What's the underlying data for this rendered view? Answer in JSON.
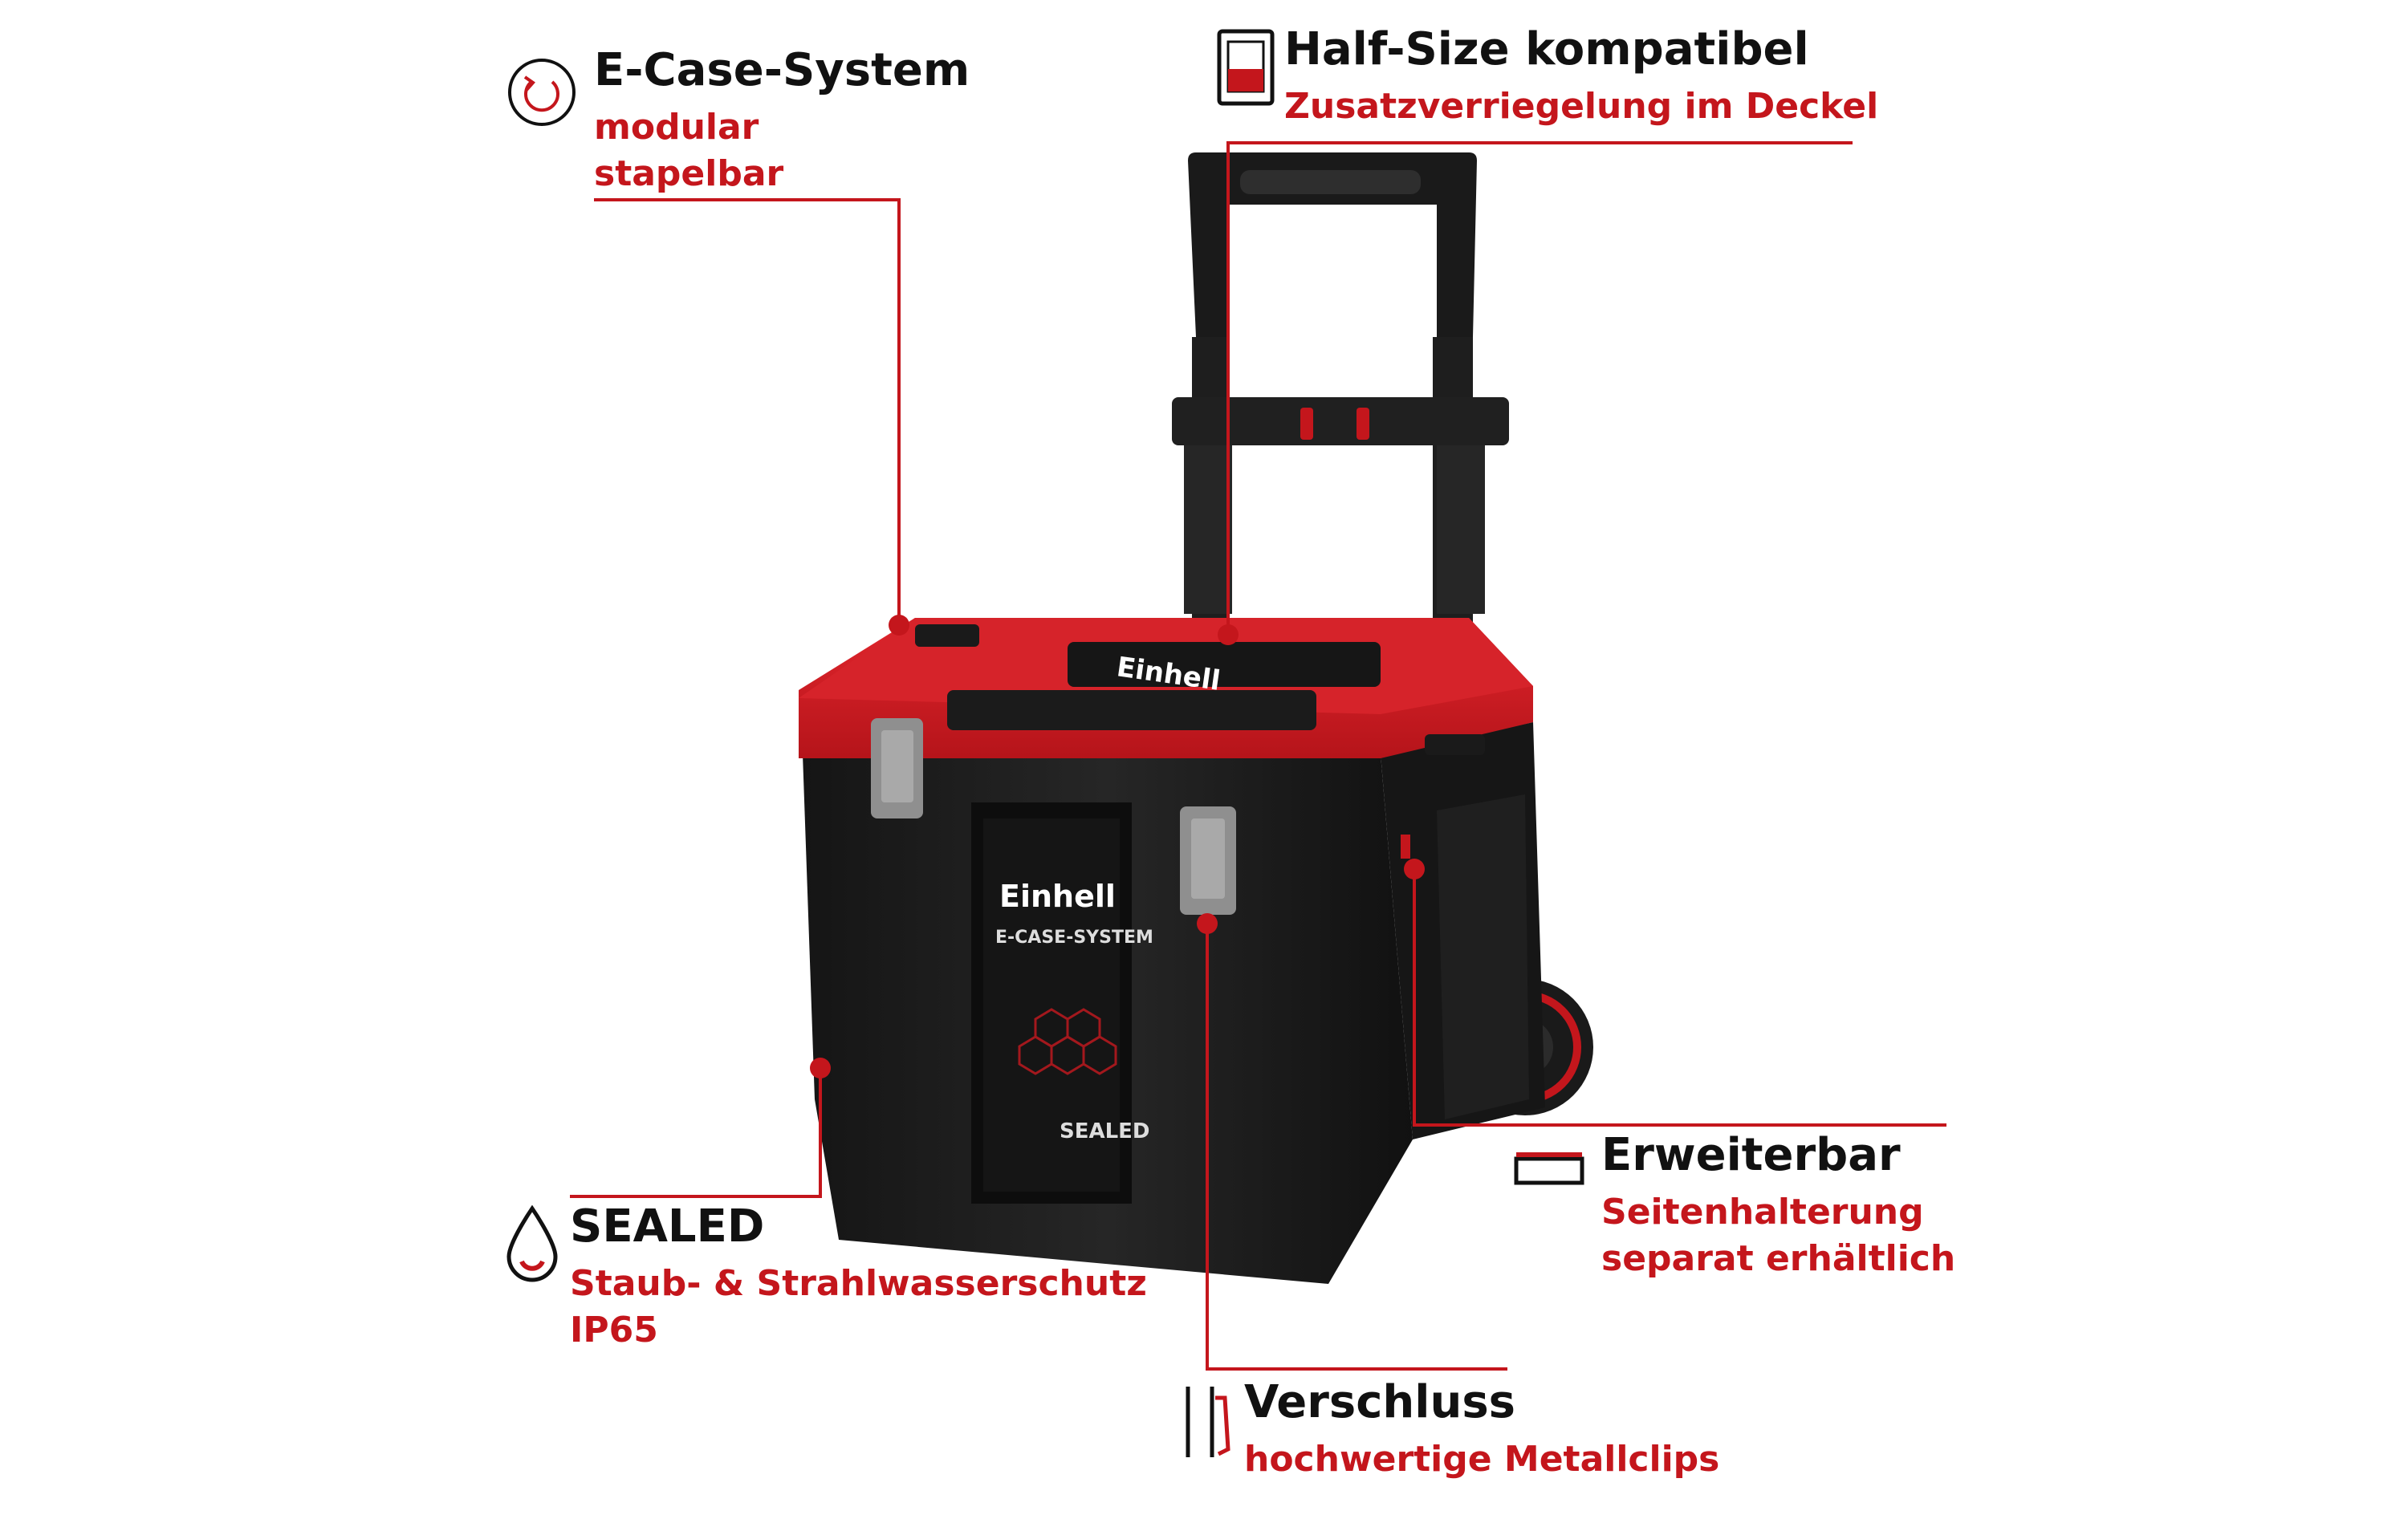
{
  "colors": {
    "accent": "#c4161c",
    "text": "#111111",
    "case_body": "#1c1c1c",
    "case_lid": "#d01f26",
    "clip": "#8f8f8f"
  },
  "callouts": {
    "ecase": {
      "icon": "rotate-arrow-icon",
      "title": "E-Case-System",
      "lines": [
        "modular",
        "stapelbar"
      ]
    },
    "halfsize": {
      "icon": "half-case-icon",
      "title": "Half-Size kompatibel",
      "lines": [
        "Zusatzverriegelung im Deckel"
      ]
    },
    "sealed": {
      "icon": "water-drop-icon",
      "title": "SEALED",
      "lines": [
        "Staub- & Strahlwasserschutz",
        "IP65"
      ]
    },
    "erweiterbar": {
      "icon": "side-bracket-icon",
      "title": "Erweiterbar",
      "lines": [
        "Seitenhalterung",
        "separat erhältlich"
      ]
    },
    "verschluss": {
      "icon": "metal-clip-icon",
      "title": "Verschluss",
      "lines": [
        "hochwertige Metallclips"
      ]
    }
  },
  "product": {
    "brand": "Einhell",
    "system_label": "E-CASE-SYSTEM",
    "front_label": "SEALED"
  }
}
